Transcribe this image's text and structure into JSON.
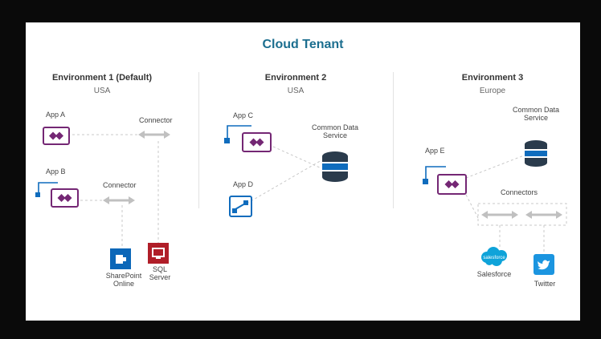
{
  "title": "Cloud Tenant",
  "environments": [
    {
      "name": "Environment 1 (Default)",
      "region": "USA"
    },
    {
      "name": "Environment 2",
      "region": "USA"
    },
    {
      "name": "Environment 3",
      "region": "Europe"
    }
  ],
  "env1": {
    "app_a": "App A",
    "app_b": "App B",
    "connector_1": "Connector",
    "connector_2": "Connector",
    "sharepoint": "SharePoint Online",
    "sql": "SQL Server"
  },
  "env2": {
    "app_c": "App C",
    "app_d": "App D",
    "cds": "Common Data Service"
  },
  "env3": {
    "app_e": "App E",
    "cds": "Common Data Service",
    "connectors": "Connectors",
    "salesforce": "Salesforce",
    "salesforce_logo": "salesforce",
    "twitter": "Twitter"
  },
  "colors": {
    "title": "#1b6e8f",
    "powerapps": "#742774",
    "connector_arrow": "#c0c0c0",
    "sharepoint": "#0b67b8",
    "sql": "#b01e28",
    "flow": "#0f6cbd",
    "salesforce": "#0fa3d9",
    "twitter": "#1b95e0",
    "cds": "#2a3b4c"
  }
}
